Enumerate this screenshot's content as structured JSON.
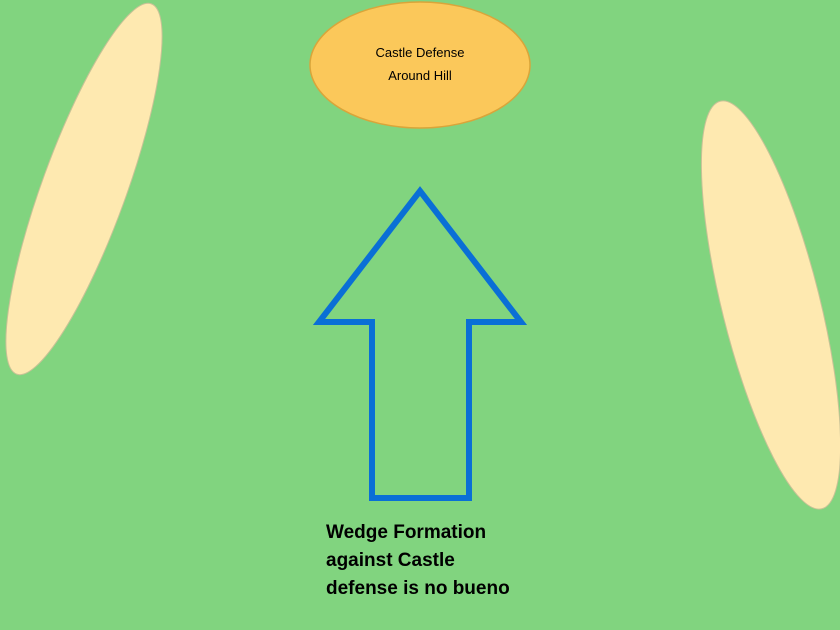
{
  "colors": {
    "field": "#81d47f",
    "castle_fill": "#fbc85a",
    "castle_stroke": "#d9a53a",
    "hill_fill": "#fee9b0",
    "hill_stroke": "#c8c296",
    "arrow_stroke": "#0a6fd6",
    "text": "#000000"
  },
  "castle": {
    "line1": "Castle Defense",
    "line2": "Around Hill"
  },
  "caption": {
    "line1": "Wedge Formation",
    "line2": "against Castle",
    "line3": "defense is no bueno"
  }
}
